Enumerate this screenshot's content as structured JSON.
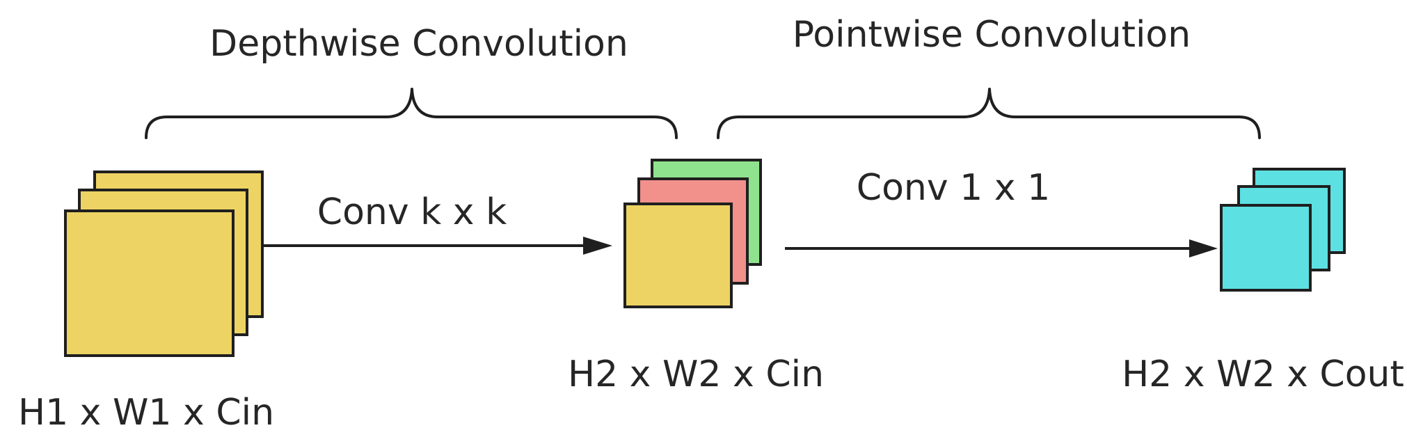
{
  "brace_labels": {
    "depthwise": "Depthwise Convolution",
    "pointwise": "Pointwise Convolution"
  },
  "arrow_labels": {
    "conv_kxk": "Conv k x k",
    "conv_1x1": "Conv 1 x 1"
  },
  "tensor_labels": {
    "input": "H1 x W1 x Cin",
    "middle": "H2 x W2 x Cin",
    "output": "H2 x W2 x Cout"
  },
  "colors": {
    "yellow": "#EDD363",
    "green": "#8FE38E",
    "red": "#F2908C",
    "cyan": "#5DE0E2",
    "stroke": "#1F1F1F"
  }
}
